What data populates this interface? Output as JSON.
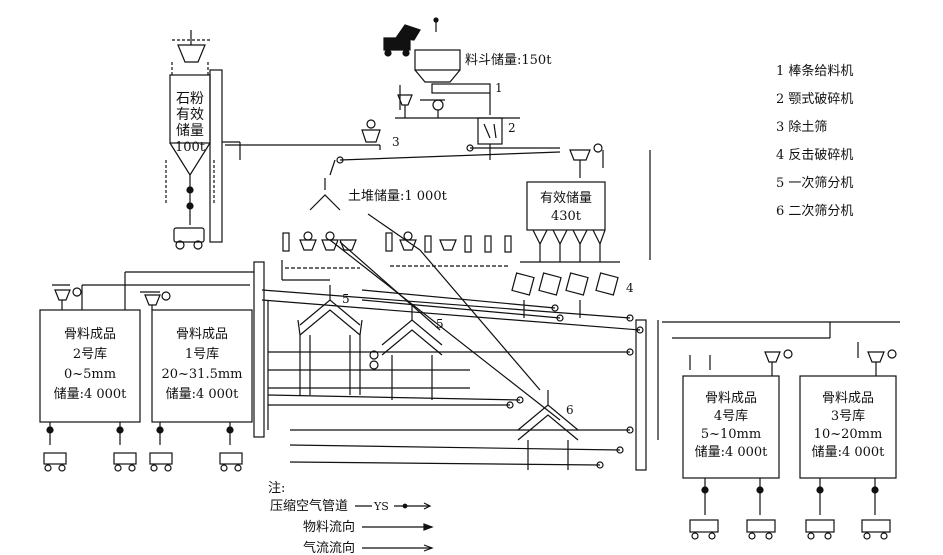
{
  "stone_powder_silo": {
    "l1": "石粉",
    "l2": "有效",
    "l3": "储量",
    "l4": "100t"
  },
  "hopper": {
    "label": "料斗储量:150t"
  },
  "soil_pile": {
    "label": "土堆储量:1 000t"
  },
  "surge_bin": {
    "l1": "有效储量",
    "l2": "430t"
  },
  "equipment_legend": [
    "1 棒条给料机",
    "2 颚式破碎机",
    "3 除土筛",
    "4 反击破碎机",
    "5 一次筛分机",
    "6 二次筛分机"
  ],
  "markers": {
    "n1": "1",
    "n2": "2",
    "n3": "3",
    "n4": "4",
    "n5a": "5",
    "n5b": "5",
    "n6": "6"
  },
  "silos": [
    {
      "l1": "骨料成品",
      "l2": "2号库",
      "l3": "0~5mm",
      "l4": "储量:4 000t"
    },
    {
      "l1": "骨料成品",
      "l2": "1号库",
      "l3": "20~31.5mm",
      "l4": "储量:4 000t"
    },
    {
      "l1": "骨料成品",
      "l2": "4号库",
      "l3": "5~10mm",
      "l4": "储量:4 000t"
    },
    {
      "l1": "骨料成品",
      "l2": "3号库",
      "l3": "10~20mm",
      "l4": "储量:4 000t"
    }
  ],
  "notes": {
    "title": "注:",
    "air_pipe": "压缩空气管道",
    "air_pipe_mark": "YS",
    "material_flow": "物料流向",
    "gas_flow": "气流流向"
  }
}
